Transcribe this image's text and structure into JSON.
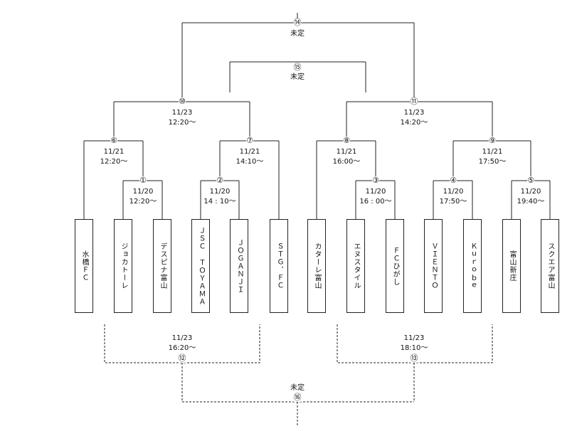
{
  "teams": [
    "水橋ＦＣ",
    "ジョカトーレ",
    "デスピナ富山",
    "ＪＳＣ ＴＯＹＡＭＡ",
    "ＪＯＧＡＮＪＩ",
    "ＳＴＧ．ＦＣ",
    "カターレ富山",
    "エヌスタイル",
    "ＦＣひがし",
    "ＶＩＥＮＴＯ",
    "Ｋｕｒｏｂｅ",
    "富山新庄",
    "スクエア富山"
  ],
  "matches": {
    "m1": {
      "num": "①",
      "date": "11/20",
      "time": "12:20～"
    },
    "m2": {
      "num": "②",
      "date": "11/20",
      "time": "14 : 10～"
    },
    "m3": {
      "num": "③",
      "date": "11/20",
      "time": "16 : 00～"
    },
    "m4": {
      "num": "④",
      "date": "11/20",
      "time": "17:50～"
    },
    "m5": {
      "num": "⑤",
      "date": "11/20",
      "time": "19:40～"
    },
    "m6": {
      "num": "⑥",
      "date": "11/21",
      "time": "12:20～"
    },
    "m7": {
      "num": "⑦",
      "date": "11/21",
      "time": "14:10～"
    },
    "m8": {
      "num": "⑧",
      "date": "11/21",
      "time": "16:00～"
    },
    "m9": {
      "num": "⑨",
      "date": "11/21",
      "time": "17:50～"
    },
    "m10": {
      "num": "⑩",
      "date": "11/23",
      "time": "12:20～"
    },
    "m11": {
      "num": "⑪",
      "date": "11/23",
      "time": "14:20～"
    },
    "m12": {
      "num": "⑫",
      "date": "11/23",
      "time": "16:20～"
    },
    "m13": {
      "num": "⑬",
      "date": "11/23",
      "time": "18:10～"
    },
    "m14": {
      "num": "⑭",
      "label": "未定"
    },
    "m15": {
      "num": "⑮",
      "label": "未定"
    },
    "m16": {
      "num": "⑯",
      "label": "未定"
    }
  }
}
